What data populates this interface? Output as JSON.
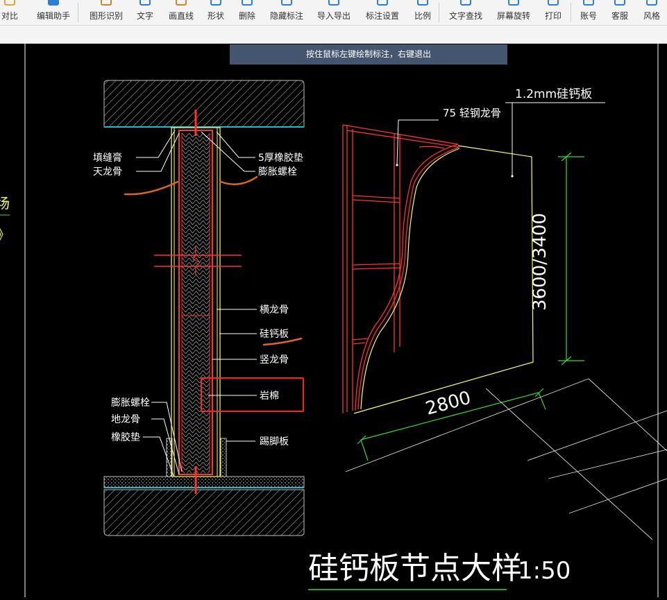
{
  "toolbar": {
    "items": [
      {
        "label": "对比",
        "icon": "compare-icon"
      },
      {
        "label": "编辑助手",
        "icon": "edit-assistant-icon"
      },
      {
        "label": "图形识别",
        "icon": "shape-recognition-icon"
      },
      {
        "label": "文字",
        "icon": "text-icon"
      },
      {
        "label": "画直线",
        "icon": "line-icon"
      },
      {
        "label": "形状",
        "icon": "shape-icon"
      },
      {
        "label": "删除",
        "icon": "eraser-icon"
      },
      {
        "label": "隐藏标注",
        "icon": "hide-annotation-icon"
      },
      {
        "label": "导入导出",
        "icon": "import-export-icon"
      },
      {
        "label": "标注设置",
        "icon": "gear-icon"
      },
      {
        "label": "比例",
        "icon": "ruler-icon"
      },
      {
        "label": "文字查找",
        "icon": "search-icon"
      },
      {
        "label": "屏幕旋转",
        "icon": "rotate-screen-icon"
      },
      {
        "label": "打印",
        "icon": "printer-icon"
      },
      {
        "label": "账号",
        "icon": "user-icon"
      },
      {
        "label": "客服",
        "icon": "headset-icon"
      },
      {
        "label": "风格",
        "icon": "style-icon"
      }
    ]
  },
  "hint": "按住鼠标左键绘制标注，右键退出",
  "left_edge": {
    "char1": "场",
    "char2": "》"
  },
  "drawing": {
    "section_labels_left": [
      "填缝膏",
      "天龙骨"
    ],
    "section_labels_right_top": [
      "5厚橡胶垫",
      "膨胀螺栓"
    ],
    "section_labels_right": [
      "横龙骨",
      "硅钙板",
      "竖龙骨",
      "岩棉",
      "踢脚板"
    ],
    "section_labels_left_bottom": [
      "膨胀螺栓",
      "地龙骨",
      "橡胶垫"
    ],
    "label_steel_keel": "75 轻钢龙骨",
    "label_board": "1.2mm硅钙板",
    "dim_height": "3600/3400",
    "dim_width": "2800",
    "title": "硅钙板节点大样",
    "scale": "1:50"
  },
  "colors": {
    "cad_yellow": "#ffff66",
    "cad_red": "#ff3333",
    "cad_green": "#33dd33",
    "cad_white": "#ffffff",
    "highlight_red": "#ff2222",
    "markup_orange": "#e0661f",
    "hint_bg": "#43556f"
  }
}
